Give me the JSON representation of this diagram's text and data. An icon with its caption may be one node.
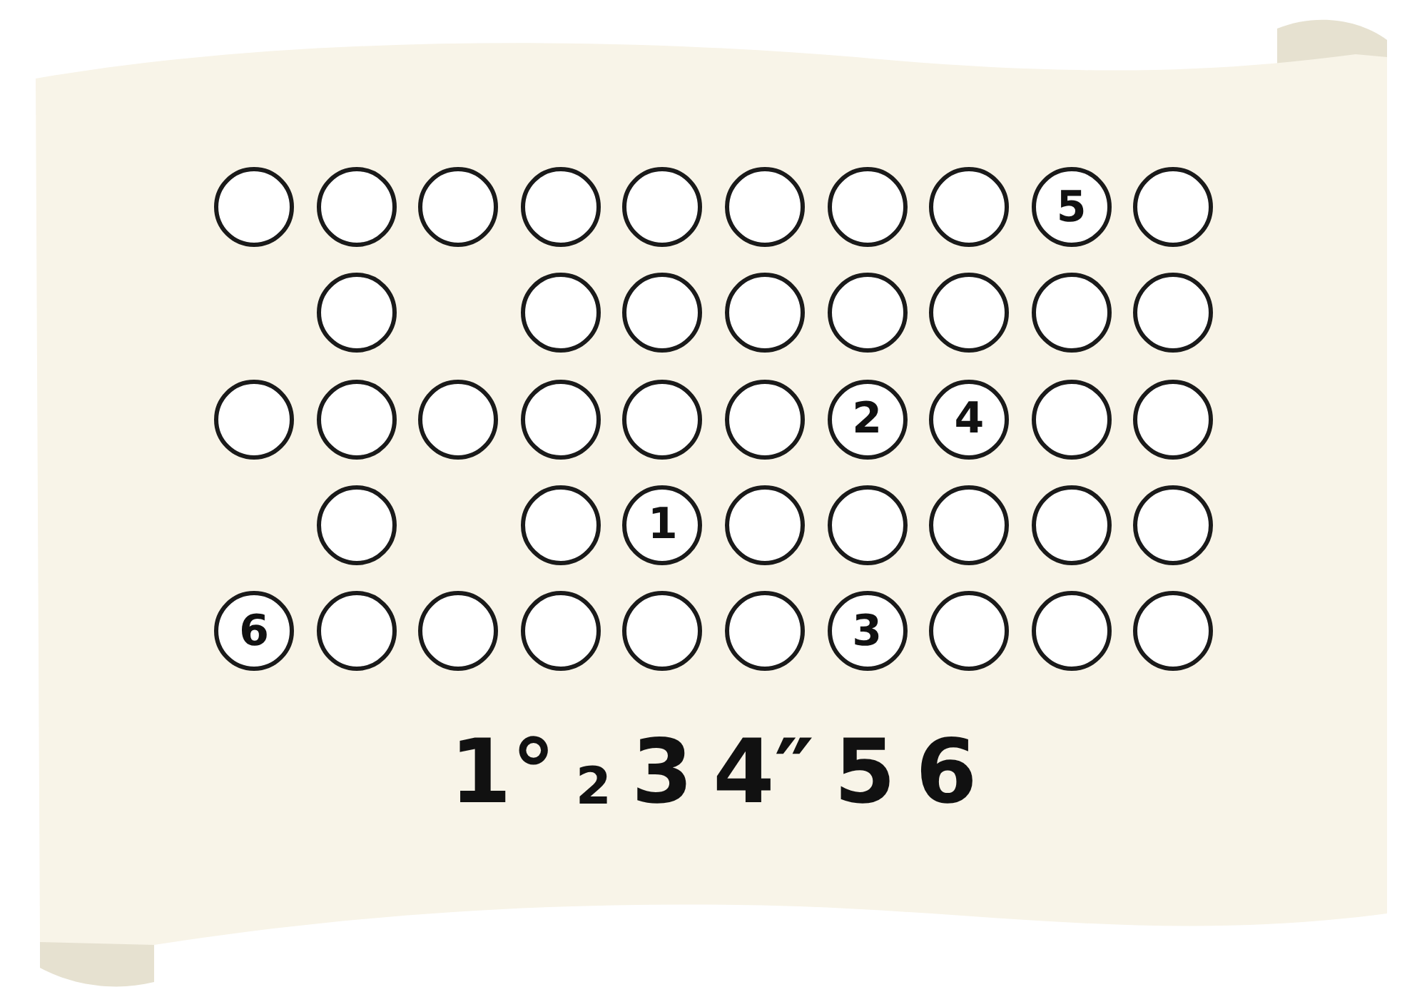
{
  "diagram": {
    "nodes": [
      {
        "text": [],
        "shape": "circle"
      },
      {
        "text": [],
        "shape": "circle"
      },
      {
        "text": [],
        "shape": "circle"
      },
      {
        "text": [],
        "shape": "circle"
      },
      {
        "text": [],
        "shape": "circle"
      },
      {
        "text": [],
        "shape": "circle"
      },
      {
        "text": [],
        "shape": "circle"
      },
      {
        "text": [],
        "shape": "circle"
      },
      {
        "text": [
          "5"
        ]
      },
      {
        "text": [],
        "shape": "circle"
      },
      {
        "text": [],
        "shape": "circle"
      },
      {
        "text": [],
        "shape": "circle"
      },
      {
        "text": [],
        "shape": "circle"
      },
      {
        "text": [],
        "shape": "circle"
      },
      {
        "text": [],
        "shape": "circle"
      },
      {
        "text": [],
        "shape": "circle"
      },
      {
        "text": [],
        "shape": "circle"
      },
      {
        "text": [],
        "shape": "circle"
      },
      {
        "text": [],
        "shape": "circle"
      },
      {
        "text": [],
        "shape": "circle"
      },
      {
        "text": [],
        "shape": "circle"
      },
      {
        "text": [],
        "shape": "circle"
      },
      {
        "text": [],
        "shape": "circle"
      },
      {
        "text": [],
        "shape": "circle"
      },
      {
        "text": [
          "2"
        ]
      },
      {
        "text": [
          "4"
        ]
      },
      {
        "text": [],
        "shape": "circle"
      },
      {
        "text": [],
        "shape": "circle"
      },
      {
        "text": [],
        "shape": "circle"
      },
      {
        "text": [],
        "shape": "circle"
      },
      {
        "text": [
          "1"
        ]
      },
      {
        "text": [],
        "shape": "circle"
      },
      {
        "text": [],
        "shape": "circle"
      },
      {
        "text": [],
        "shape": "circle"
      },
      {
        "text": [],
        "shape": "circle"
      },
      {
        "text": [],
        "shape": "circle"
      },
      {
        "text": [
          "6"
        ]
      },
      {
        "text": [],
        "shape": "circle"
      },
      {
        "text": [],
        "shape": "circle"
      },
      {
        "text": [],
        "shape": "circle"
      },
      {
        "text": [],
        "shape": "circle"
      },
      {
        "text": [],
        "shape": "circle"
      },
      {
        "text": [
          "3"
        ]
      },
      {
        "text": [],
        "shape": "circle"
      },
      {
        "text": [],
        "shape": "circle"
      },
      {
        "text": [],
        "shape": "circle"
      }
    ],
    "labels": [
      "1°",
      "2",
      "3",
      "4″",
      "5",
      "6"
    ]
  }
}
